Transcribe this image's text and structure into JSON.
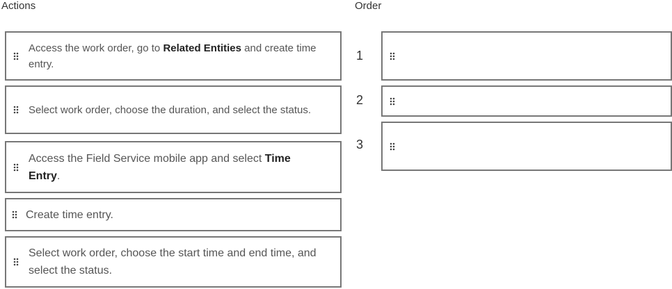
{
  "actions_header": "Actions",
  "order_header": "Order",
  "actions": [
    {
      "parts": [
        "Access the work order, go to ",
        "Related Entities",
        " and create time entry."
      ]
    },
    {
      "parts": [
        "Select work order, choose the duration, and select the status.",
        "",
        ""
      ]
    },
    {
      "parts": [
        "Access the Field Service mobile app and select ",
        "Time Entry",
        "."
      ]
    },
    {
      "parts": [
        "Create time entry.",
        "",
        ""
      ]
    },
    {
      "parts": [
        "Select work order, choose the start time and end time, and select the status.",
        "",
        ""
      ]
    }
  ],
  "order_slots": [
    {
      "number": "1"
    },
    {
      "number": "2"
    },
    {
      "number": "3"
    }
  ]
}
